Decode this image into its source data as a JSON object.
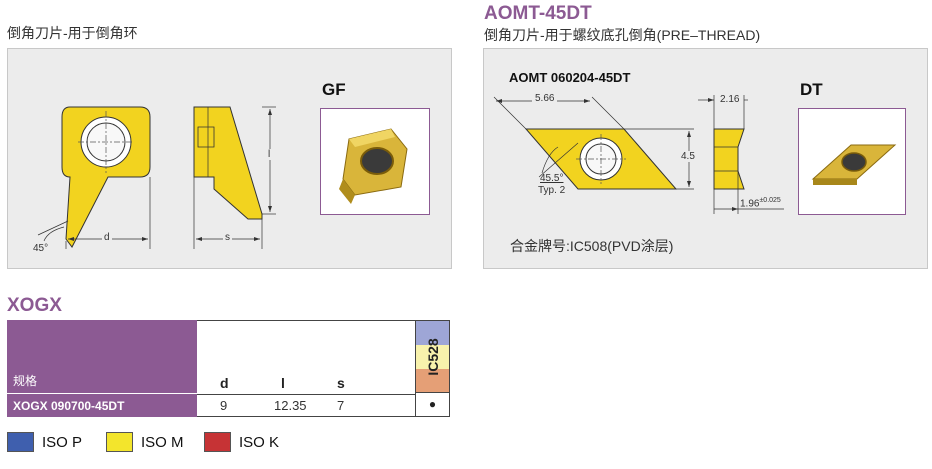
{
  "left_section": {
    "caption": "倒角刀片-用于倒角环",
    "grade_code": "GF",
    "dims": {
      "angle": "45°",
      "d": "d",
      "s": "s",
      "l": "l"
    }
  },
  "right_section": {
    "title": "AOMT-45DT",
    "caption": "倒角刀片-用于螺纹底孔倒角(PRE–THREAD)",
    "model": "AOMT 060204-45DT",
    "grade_code": "DT",
    "dims": {
      "width": "5.66",
      "height": "4.5",
      "angle": "45.5°",
      "type": "Typ. 2",
      "thickness": "2.16",
      "hole": "1.96",
      "tolerance": "±0.025"
    },
    "material_note": "合金牌号:IC508(PVD涂层)"
  },
  "xogx": {
    "title": "XOGX",
    "table": {
      "spec_header": "规格",
      "columns": [
        "d",
        "l",
        "s"
      ],
      "grade_header": "IC528",
      "rows": [
        {
          "name": "XOGX 090700-45DT",
          "d": "9",
          "l": "12.35",
          "s": "7",
          "grade_mark": "●"
        }
      ]
    }
  },
  "legend": [
    {
      "label": "ISO P",
      "color": "#3f5fae"
    },
    {
      "label": "ISO M",
      "color": "#f3e52c"
    },
    {
      "label": "ISO K",
      "color": "#c63335"
    }
  ],
  "colors": {
    "purple": "#8c5a93",
    "insert_yellow": "#f2d31f",
    "band_blue": "#9ea6d6",
    "band_yellow": "#f8f2ac",
    "band_orange": "#e59f76"
  }
}
